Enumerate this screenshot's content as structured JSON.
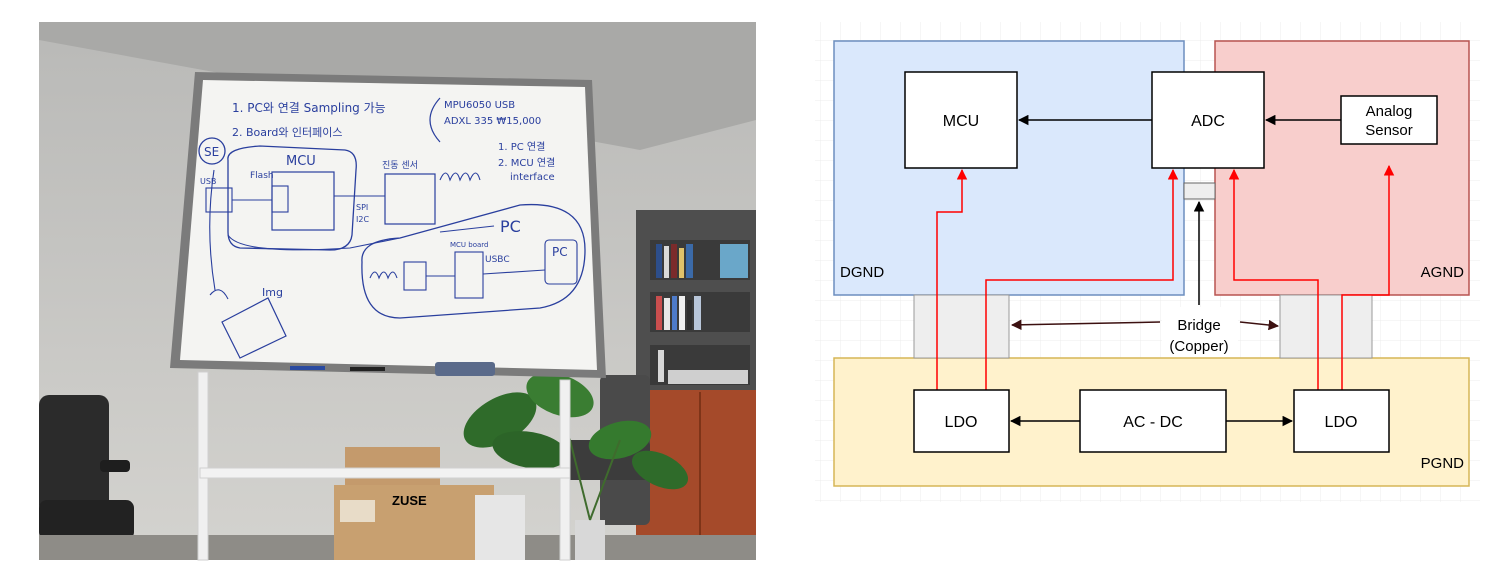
{
  "photo": {
    "whiteboard": {
      "line1": "1. PC와 연결  Sampling 가능",
      "line2": "2. Board와 인터페이스",
      "note_sensors": "MPU6050  USB",
      "note_sensors2": "ADXL 335  ₩15,000",
      "list1": "1. PC 연결",
      "list2": "2. MCU 연결",
      "list3": "interface",
      "mcu": "MCU",
      "flash": "Flash",
      "se": "SE",
      "usb": "USB",
      "spi": "SPI",
      "i2c": "I2C",
      "sensor_board": "진동 센서",
      "pc_big": "PC",
      "pc_small": "PC",
      "usbc": "USBC",
      "img": "Img",
      "mcu_board": "MCU board"
    },
    "box_text": "ZUSE"
  },
  "diagram": {
    "zones": {
      "dgnd": "DGND",
      "agnd": "AGND",
      "pgnd": "PGND"
    },
    "blocks": {
      "mcu": "MCU",
      "adc": "ADC",
      "sensor_line1": "Analog",
      "sensor_line2": "Sensor",
      "ldo_left": "LDO",
      "acdc": "AC - DC",
      "ldo_right": "LDO"
    },
    "bridge_line1": "Bridge",
    "bridge_line2": "(Copper)",
    "colors": {
      "dgnd_fill": "#dae8fc",
      "dgnd_stroke": "#6c8ebf",
      "agnd_fill": "#f8cecc",
      "agnd_stroke": "#b85450",
      "pgnd_fill": "#fff2cc",
      "pgnd_stroke": "#d6b656",
      "power_line": "#ff0000"
    }
  }
}
